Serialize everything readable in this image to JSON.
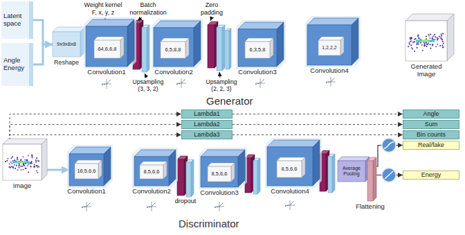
{
  "diagram": {
    "nodes": [
      {
        "text": [
          "Latent space"
        ]
      },
      {
        "text": [
          "Angle Energy"
        ]
      },
      {
        "text": [
          "9x9x8x8",
          "Reshape"
        ]
      },
      {
        "text": [
          "Convolution1"
        ]
      },
      {
        "text": [
          "64,6,6,8"
        ],
        "in": 3
      },
      {
        "text": [
          "Convolution2"
        ]
      },
      {
        "text": [
          "6,5,8,8"
        ],
        "in": 5
      },
      {
        "text": [
          "Convolution3"
        ]
      },
      {
        "text": [
          "6,3,5,8"
        ],
        "in": 7
      },
      {
        "text": [
          "Convolution4"
        ]
      },
      {
        "text": [
          "1,2,2,2"
        ],
        "in": 9
      },
      {
        "text": [
          "Generated Image"
        ]
      },
      {
        "text": [
          "Lambda1"
        ]
      },
      {
        "text": [
          "Lambda2"
        ]
      },
      {
        "text": [
          "Lambda3"
        ]
      },
      {
        "text": [
          "Angle"
        ]
      },
      {
        "text": [
          "Sum"
        ]
      },
      {
        "text": [
          "Bin counts"
        ]
      },
      {
        "text": [
          "Real/fake"
        ]
      },
      {
        "text": [
          "Image"
        ]
      },
      {
        "text": [
          "Convolution1"
        ]
      },
      {
        "text": [
          "16,5,6,6"
        ],
        "in": 20
      },
      {
        "text": [
          "Convolution2"
        ]
      },
      {
        "text": [
          "8,5,6,6"
        ],
        "in": 22
      },
      {
        "text": [
          "Convolution3"
        ]
      },
      {
        "text": [
          "8,5,6,6"
        ],
        "in": 24
      },
      {
        "text": [
          "Convolution4"
        ]
      },
      {
        "text": [
          "8,5,6,6"
        ],
        "in": 26
      },
      {
        "text": [
          "Average Pooling"
        ]
      },
      {
        "text": [
          "Flattening"
        ]
      },
      {
        "text": [
          "Energy"
        ]
      }
    ],
    "edges": [
      {
        "from": 0,
        "to": 2,
        "arrow": "to"
      },
      {
        "from": 1,
        "to": 2,
        "arrow": "to"
      },
      {
        "from": 19,
        "to": 12,
        "arrow": "to"
      },
      {
        "from": 19,
        "to": 13,
        "arrow": "to"
      },
      {
        "from": 19,
        "to": 14,
        "arrow": "to"
      },
      {
        "from": 12,
        "to": 15,
        "arrow": "to"
      },
      {
        "from": 13,
        "to": 16,
        "arrow": "to"
      },
      {
        "from": 14,
        "to": 17,
        "arrow": "to"
      },
      {
        "from": 19,
        "to": 20,
        "arrow": "to"
      },
      {
        "from": 29,
        "to": 18,
        "arrow": "to"
      },
      {
        "from": 29,
        "to": 30,
        "arrow": "to"
      }
    ],
    "labels": [
      "Weight kernel F, x, y, z",
      "Batch normalization",
      "Zero padding",
      "Upsampling (3, 3, 2)",
      "Upsampling (2, 2, 3)",
      "Generator",
      "dropout",
      "Discriminator"
    ]
  }
}
